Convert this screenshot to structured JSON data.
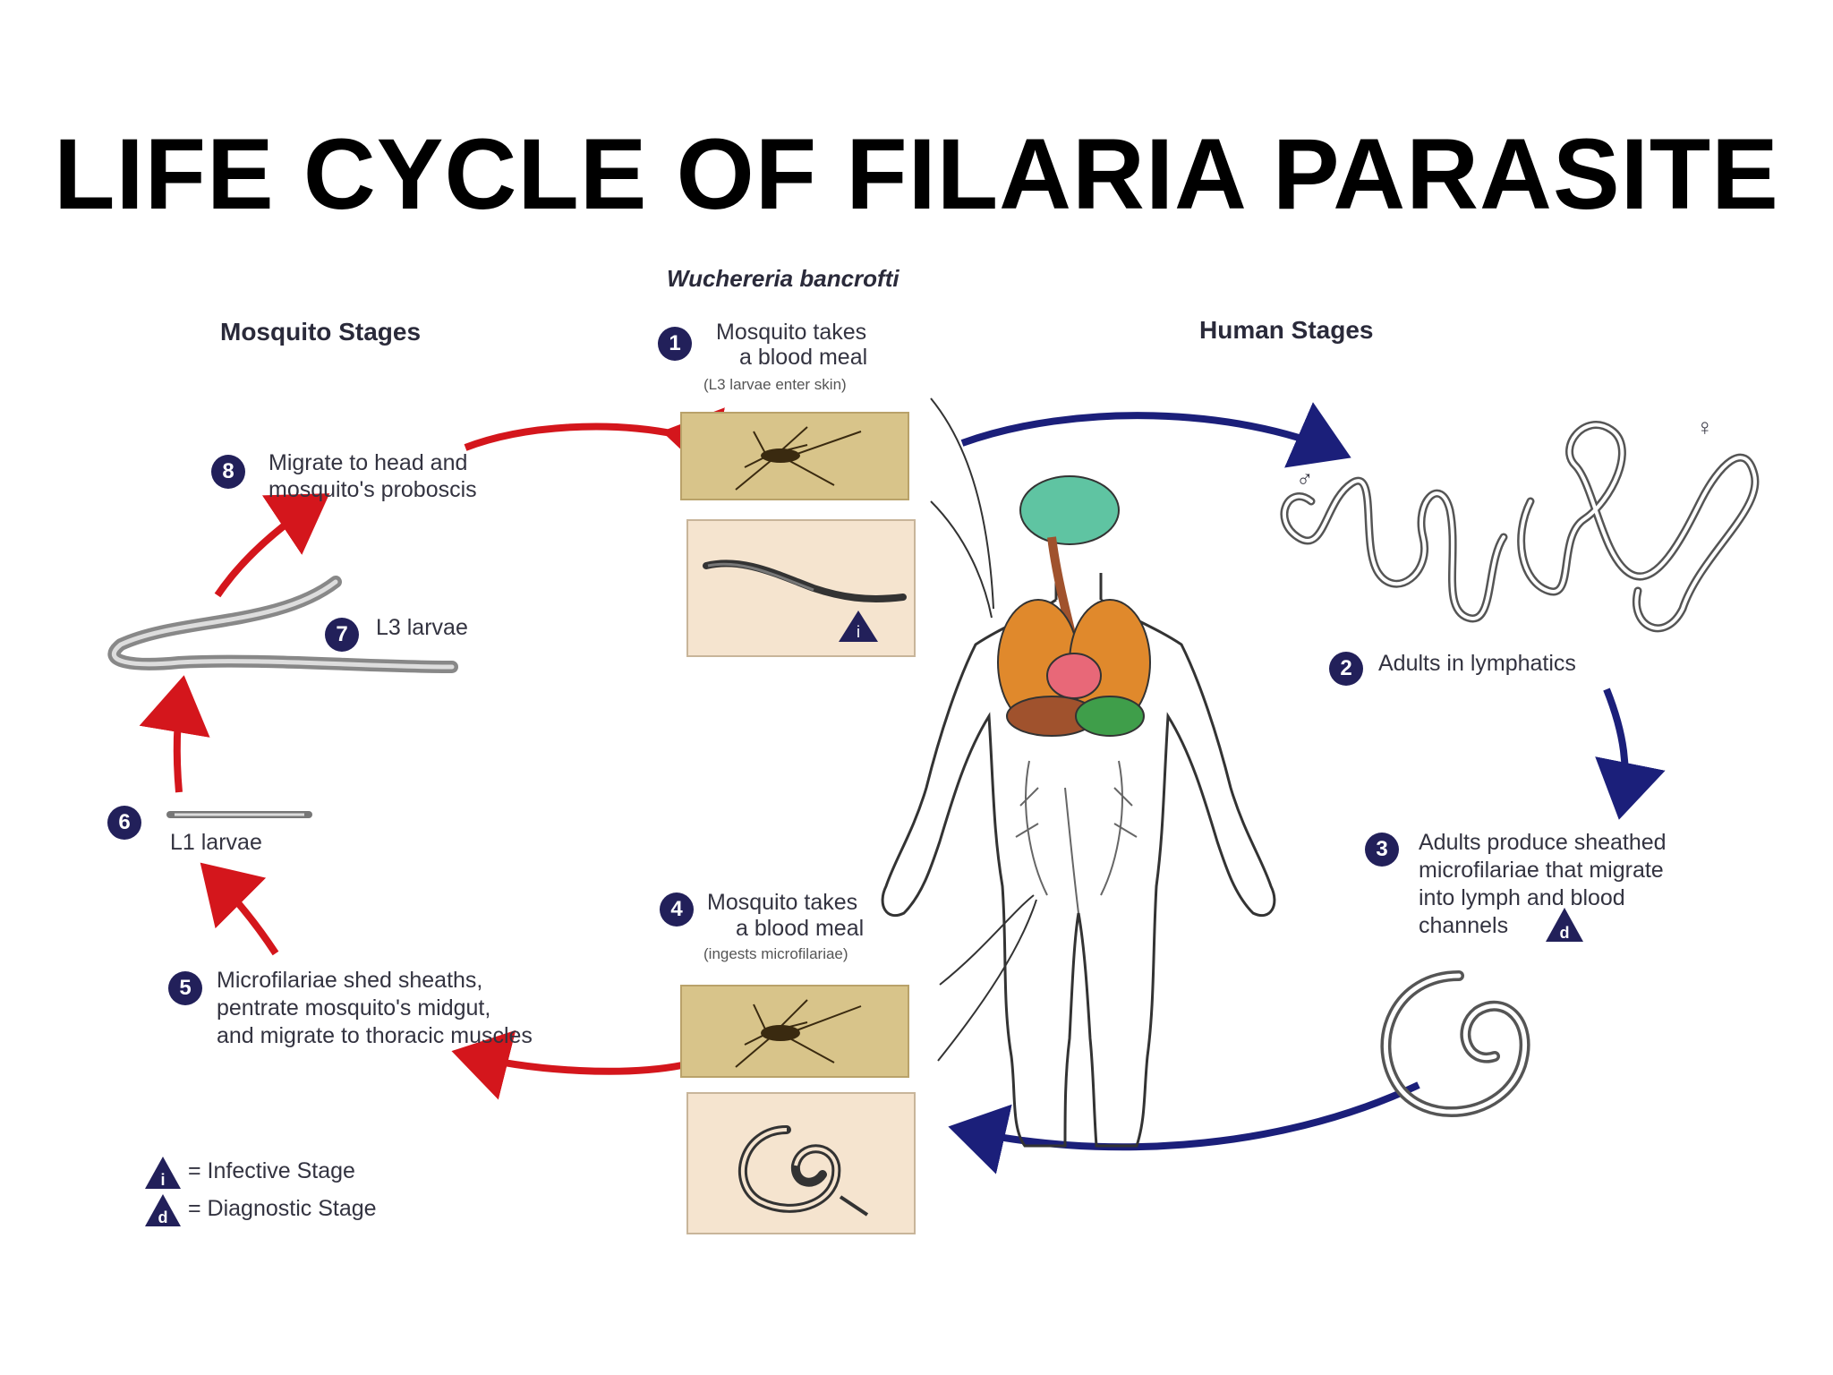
{
  "title": "LIFE CYCLE OF FILARIA PARASITE",
  "species": "Wuchereria bancrofti",
  "sections": {
    "mosquito": "Mosquito Stages",
    "human": "Human Stages"
  },
  "steps": [
    {
      "n": "1",
      "lines": [
        "Mosquito takes",
        "a blood meal"
      ],
      "note": "(L3 larvae enter skin)"
    },
    {
      "n": "2",
      "lines": [
        "Adults in lymphatics"
      ]
    },
    {
      "n": "3",
      "lines": [
        "Adults produce sheathed",
        "microfilariae that migrate",
        "into lymph and blood",
        "channels"
      ]
    },
    {
      "n": "4",
      "lines": [
        "Mosquito takes",
        "a blood meal"
      ],
      "note": "(ingests microfilariae)"
    },
    {
      "n": "5",
      "lines": [
        "Microfilariae shed sheaths,",
        "pentrate mosquito's midgut,",
        "and migrate to thoracic muscles"
      ]
    },
    {
      "n": "6",
      "lines": [
        "L1 larvae"
      ]
    },
    {
      "n": "7",
      "lines": [
        "L3 larvae"
      ]
    },
    {
      "n": "8",
      "lines": [
        "Migrate to head and",
        "mosquito's proboscis"
      ]
    }
  ],
  "legend": [
    {
      "symbol": "i",
      "label": "= Infective Stage"
    },
    {
      "symbol": "d",
      "label": "= Diagnostic Stage"
    }
  ],
  "sex_symbols": {
    "male": "♂",
    "female": "♀"
  },
  "colors": {
    "blue_arrow": "#1b1f7a",
    "red_arrow": "#d4161c",
    "badge": "#22205a",
    "photo_tan": "#d8c48a",
    "inset_bg": "#f5e4cf",
    "brain": "#5fc4a2",
    "lungs": "#e0892c",
    "heart": "#e86878",
    "liver": "#a0522d",
    "stomach": "#3f9e4a"
  }
}
